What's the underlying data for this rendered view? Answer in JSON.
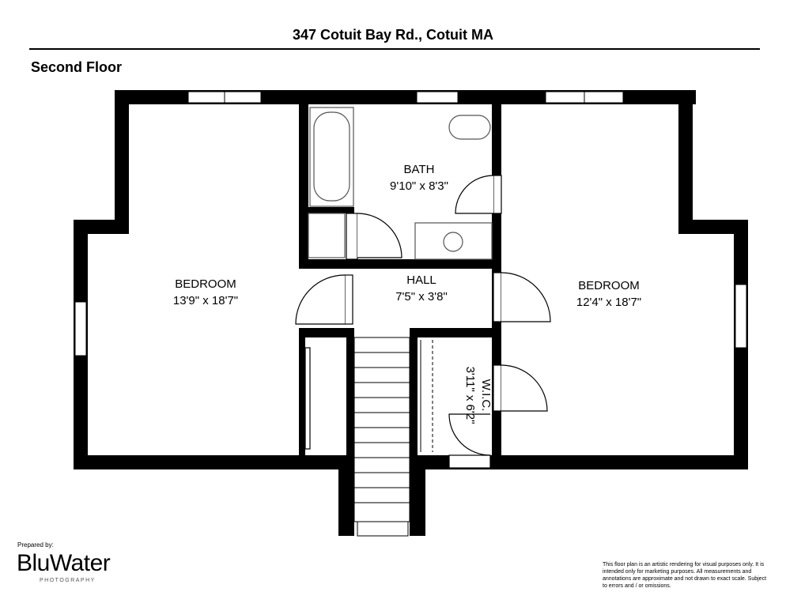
{
  "header": {
    "address": "347 Cotuit Bay Rd., Cotuit MA",
    "floor": "Second Floor"
  },
  "rooms": {
    "bedroom_left": {
      "name": "BEDROOM",
      "dims": "13'9\" x 18'7\""
    },
    "bath": {
      "name": "BATH",
      "dims": "9'10\" x 8'3\""
    },
    "hall": {
      "name": "HALL",
      "dims": "7'5\" x 3'8\""
    },
    "bedroom_right": {
      "name": "BEDROOM",
      "dims": "12'4\" x 18'7\""
    },
    "wic": {
      "name": "W.I.C.",
      "dims": "3'11\" x 6'2\""
    }
  },
  "branding": {
    "prepared_by": "Prepared by:",
    "logo": "BluWater",
    "logo_sub": "PHOTOGRAPHY"
  },
  "disclaimer": "This floor plan is an artistic rendering for visual purposes only. It is intended only for marketing purposes. All measurements and annotations are approximate and not drawn to exact scale. Subject to errors and / or omissions.",
  "colors": {
    "wall": "#000000",
    "fixture": "#555555"
  }
}
